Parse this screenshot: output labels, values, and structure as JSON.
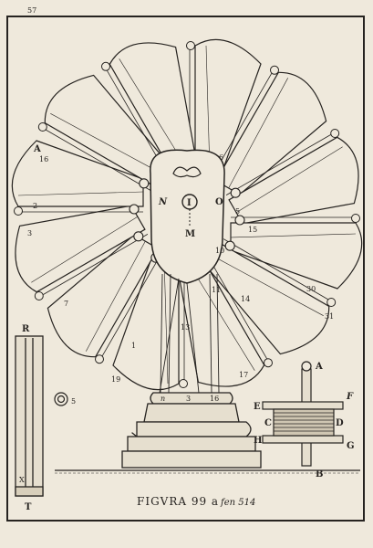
{
  "page_number": "57",
  "caption": "FIGVRA 99 a",
  "caption_note": "fen 514",
  "colors": {
    "paper": "#efe9dc",
    "ink": "#262320"
  },
  "wheel_labels": {
    "A": "A",
    "n16": "16",
    "n6": "6",
    "n5": "5",
    "n15": "15",
    "n10": "10",
    "n30": "30",
    "n31": "31",
    "n11": "11",
    "n14": "14",
    "n13": "13",
    "n17": "17",
    "n19": "19",
    "n1": "1",
    "n7": "7",
    "n3": "3",
    "n2": "2",
    "N": "N",
    "O": "O",
    "I": "I",
    "M": "M"
  },
  "base_labels": {
    "n_a": "n",
    "n3": "3",
    "n16": "16"
  },
  "side_labels": {
    "n5": "5"
  },
  "tube_labels": {
    "R": "R",
    "X": "X",
    "T": "T"
  },
  "pulley_labels": {
    "A": "A",
    "F": "F",
    "E": "E",
    "C": "C",
    "D": "D",
    "H": "H",
    "G": "G",
    "B": "B"
  }
}
